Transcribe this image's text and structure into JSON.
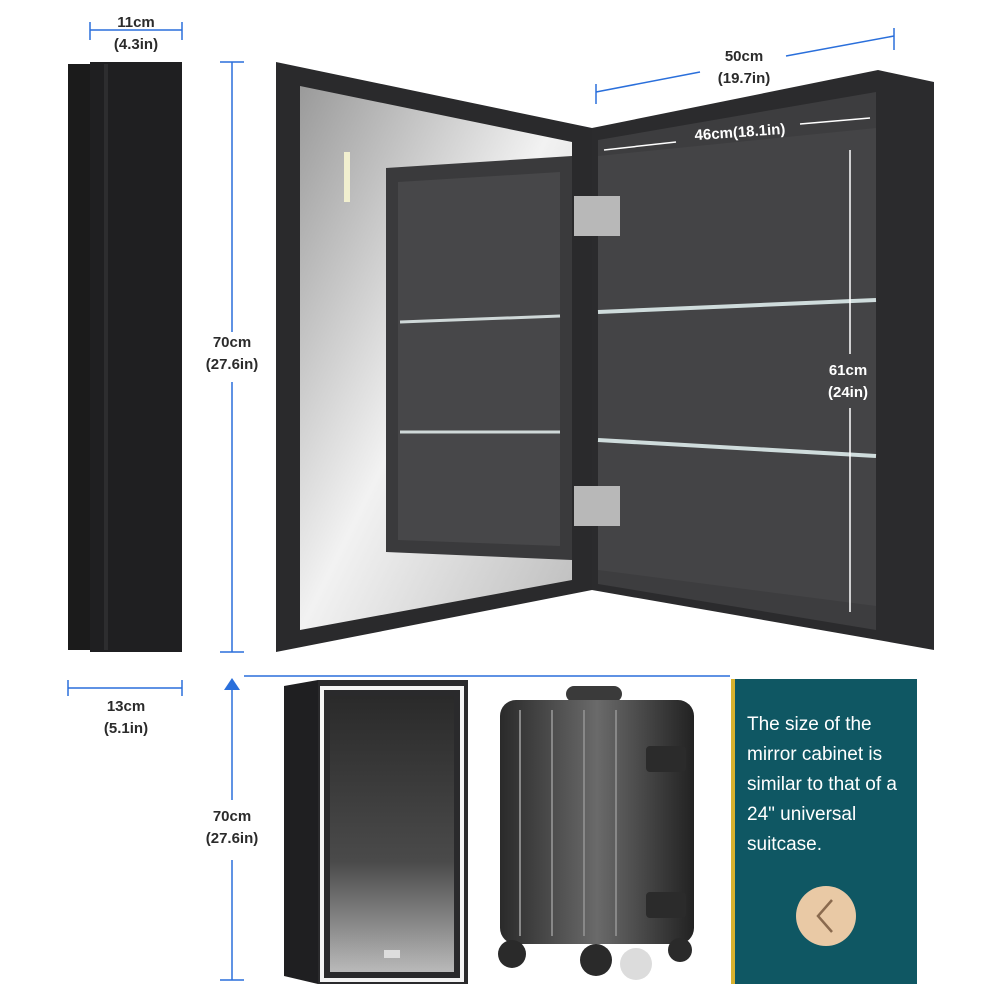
{
  "dimensions": {
    "side_top": {
      "cm": "11cm",
      "in": "(4.3in)"
    },
    "side_bottom": {
      "cm": "13cm",
      "in": "(5.1in)"
    },
    "height_main": {
      "cm": "70cm",
      "in": "(27.6in)"
    },
    "width_outer": {
      "cm": "50cm",
      "in": "(19.7in)"
    },
    "width_inner": {
      "text": "46cm(18.1in)"
    },
    "inner_height": {
      "cm": "61cm",
      "in": "(24in)"
    },
    "height_small": {
      "cm": "70cm",
      "in": "(27.6in)"
    }
  },
  "panel": {
    "text": "The size of the mirror cabinet is similar to that of a 24\" universal suitcase.",
    "button_icon": "chevron-left-icon"
  },
  "colors": {
    "dim_line": "#2a6fdb",
    "panel_bg": "#0f5763",
    "panel_stripe": "#d9b22e",
    "button_bg": "#e9c9a5",
    "cabinet": "#2e2e30"
  }
}
